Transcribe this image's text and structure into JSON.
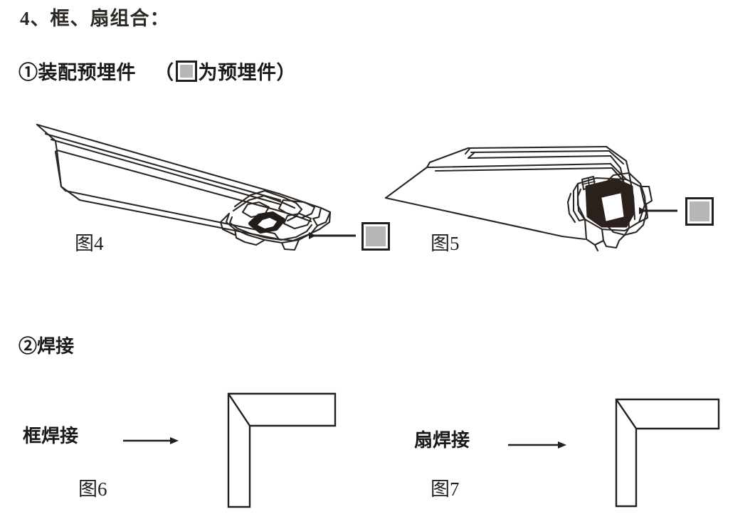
{
  "document": {
    "section_number": "4、框、扇组合：",
    "step1": {
      "label_prefix": "①装配预埋件",
      "legend_open_paren": "（",
      "legend_text": "为预埋件",
      "legend_close_paren": "）",
      "legend_swatch_color": "#b6b6b6",
      "legend_swatch_border": "#231f20"
    },
    "step2": {
      "label": "②焊接"
    },
    "figures": [
      {
        "id": "fig4",
        "caption": "图4",
        "description": "frame-profile-perspective-with-embedded-part",
        "arrow_direction": "left"
      },
      {
        "id": "fig5",
        "caption": "图5",
        "description": "sash-profile-perspective-with-embedded-part",
        "arrow_direction": "left"
      },
      {
        "id": "fig6",
        "caption": "图6",
        "description": "frame-corner-welded-L-shape",
        "process_label": "框焊接",
        "arrow_direction": "right"
      },
      {
        "id": "fig7",
        "caption": "图7",
        "description": "sash-corner-welded-L-shape",
        "process_label": "扇焊接",
        "arrow_direction": "right"
      }
    ],
    "colors": {
      "ink": "#231f20",
      "line": "#2b2622",
      "gray_fill": "#b6b6b6",
      "dark_fill": "#2b211c",
      "paper": "#ffffff"
    }
  }
}
